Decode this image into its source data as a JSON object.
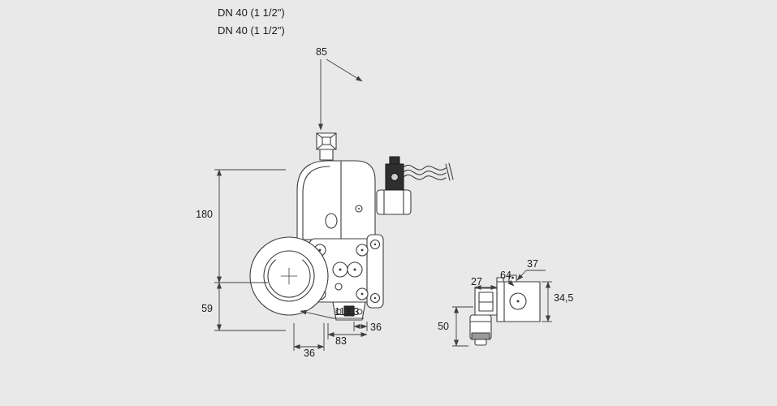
{
  "colors": {
    "background": "#e9e9e9",
    "line": "#3c3c3c",
    "text": "#1b1b1b",
    "shape_fill": "#ffffff",
    "connector_fill": "#2e2e2e"
  },
  "header": {
    "line1": "DN 40 (1 1/2\")",
    "line2": "DN 40 (1 1/2\")"
  },
  "main_view": {
    "dim_top": "85",
    "dim_height_upper": "180",
    "dim_height_lower": "59",
    "dim_depth": "113,3",
    "dim_bottom_offset": "36",
    "dim_bottom_width": "83",
    "dim_bottom_right": "36"
  },
  "detail_view": {
    "dim_top_width": "37",
    "dim_center": "64",
    "dim_connector_width": "27",
    "dim_height": "34,5",
    "dim_total_height": "50"
  }
}
